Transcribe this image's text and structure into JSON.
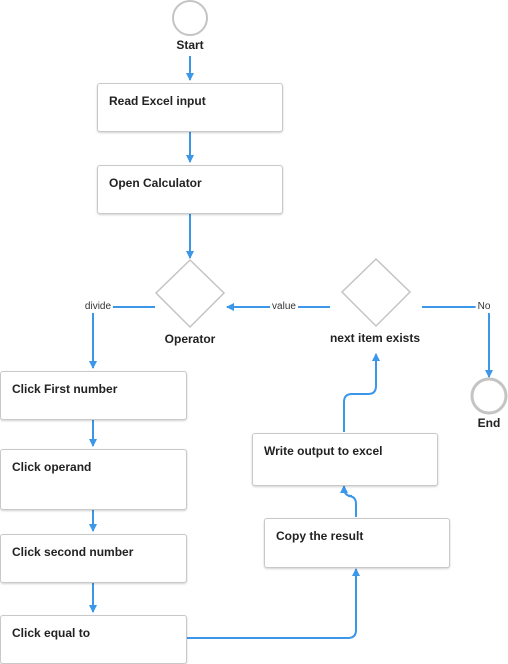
{
  "diagram": {
    "colors": {
      "arrow": "#3d97e8",
      "box_border": "#c9c9c9",
      "node_stroke": "#c4c4c4",
      "text": "#222222"
    },
    "nodes": {
      "start": {
        "label": "Start"
      },
      "read_excel": {
        "label": "Read Excel input"
      },
      "open_calc": {
        "label": "Open Calculator"
      },
      "operator": {
        "label": "Operator"
      },
      "next_item": {
        "label": "next item exists"
      },
      "end": {
        "label": "End"
      },
      "click_first": {
        "label": "Click First number"
      },
      "click_operand": {
        "label": "Click operand"
      },
      "click_second": {
        "label": "Click second number"
      },
      "click_equal": {
        "label": "Click equal to"
      },
      "write_output": {
        "label": "Write output to excel"
      },
      "copy_result": {
        "label": "Copy the result"
      }
    },
    "edge_labels": {
      "divide": "divide",
      "value": "value",
      "no": "No"
    }
  }
}
